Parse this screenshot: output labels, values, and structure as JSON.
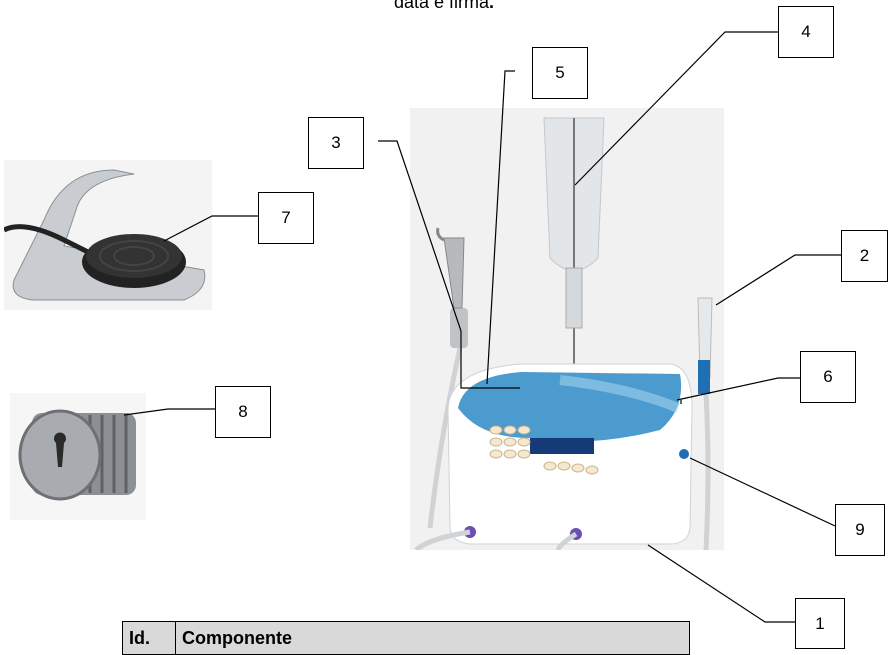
{
  "header": {
    "text": "data e firma",
    "suffix": "."
  },
  "callouts": [
    "1",
    "2",
    "3",
    "4",
    "5",
    "6",
    "7",
    "8",
    "9"
  ],
  "table": {
    "headers": [
      "Id.",
      "Componente"
    ]
  },
  "colors": {
    "device_accent": "#1e6fb3",
    "table_header": "#d9d9d9"
  }
}
